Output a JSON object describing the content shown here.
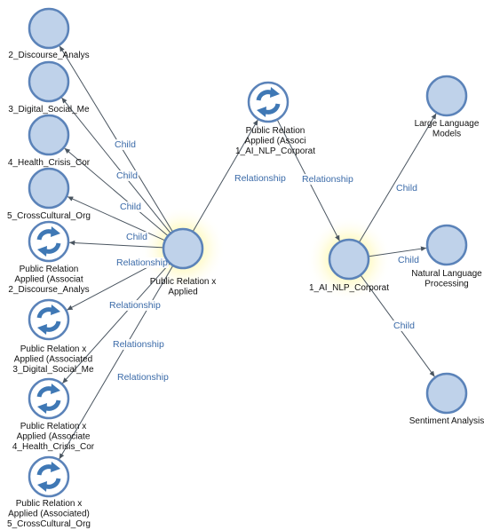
{
  "colors": {
    "node_fill": "#bfd2ea",
    "node_stroke": "#5b83b9",
    "link_node_fill": "#ffffff",
    "link_arrow": "#3f78b5",
    "edge": "#4a5560",
    "edge_label": "#3a6aa8",
    "highlight": "#fff59a"
  },
  "nodes": [
    {
      "id": "discourse",
      "icon": "concept-node-icon",
      "label": [
        "2_Discourse_Analys"
      ]
    },
    {
      "id": "digital",
      "icon": "concept-node-icon",
      "label": [
        "3_Digital_Social_Me"
      ]
    },
    {
      "id": "health",
      "icon": "concept-node-icon",
      "label": [
        "4_Health_Crisis_Cor"
      ]
    },
    {
      "id": "crosscultural",
      "icon": "concept-node-icon",
      "label": [
        "5_CrossCultural_Org"
      ]
    },
    {
      "id": "assoc2",
      "icon": "linked-map-icon",
      "label": [
        "Public Relation",
        "Applied (Associat",
        "2_Discourse_Analys"
      ]
    },
    {
      "id": "assoc3",
      "icon": "linked-map-icon",
      "label": [
        "Public Relation x",
        "Applied (Associated",
        "3_Digital_Social_Me"
      ]
    },
    {
      "id": "assoc4",
      "icon": "linked-map-icon",
      "label": [
        "Public Relation x",
        "Applied (Associate",
        "4_Health_Crisis_Cor"
      ]
    },
    {
      "id": "assoc5",
      "icon": "linked-map-icon",
      "label": [
        "Public Relation x",
        "Applied (Associated)",
        "5_CrossCultural_Org"
      ]
    },
    {
      "id": "center",
      "icon": "concept-node-icon",
      "highlight": true,
      "label": [
        "Public Relation x",
        "Applied"
      ]
    },
    {
      "id": "assoc1",
      "icon": "linked-map-icon",
      "label": [
        "Public Relation",
        "Applied (Associ",
        "1_AI_NLP_Corporat"
      ]
    },
    {
      "id": "ai",
      "icon": "concept-node-icon",
      "highlight": true,
      "label": [
        "1_AI_NLP_Corporat"
      ]
    },
    {
      "id": "llm",
      "icon": "concept-node-icon",
      "label": [
        "Large Language",
        "Models"
      ]
    },
    {
      "id": "nlp",
      "icon": "concept-node-icon",
      "label": [
        "Natural Language",
        "Processing"
      ]
    },
    {
      "id": "sentiment",
      "icon": "concept-node-icon",
      "label": [
        "Sentiment Analysis"
      ]
    }
  ],
  "edges": [
    {
      "from": "center",
      "to": "discourse",
      "label": "Child"
    },
    {
      "from": "center",
      "to": "digital",
      "label": "Child"
    },
    {
      "from": "center",
      "to": "health",
      "label": "Child"
    },
    {
      "from": "center",
      "to": "crosscultural",
      "label": "Child"
    },
    {
      "from": "center",
      "to": "assoc2",
      "label": "Relationship"
    },
    {
      "from": "center",
      "to": "assoc3",
      "label": "Relationship"
    },
    {
      "from": "center",
      "to": "assoc4",
      "label": "Relationship"
    },
    {
      "from": "center",
      "to": "assoc5",
      "label": "Relationship"
    },
    {
      "from": "center",
      "to": "assoc1",
      "label": "Relationship"
    },
    {
      "from": "assoc1",
      "to": "ai",
      "label": "Relationship"
    },
    {
      "from": "ai",
      "to": "llm",
      "label": "Child"
    },
    {
      "from": "ai",
      "to": "nlp",
      "label": "Child"
    },
    {
      "from": "ai",
      "to": "sentiment",
      "label": "Child"
    }
  ]
}
